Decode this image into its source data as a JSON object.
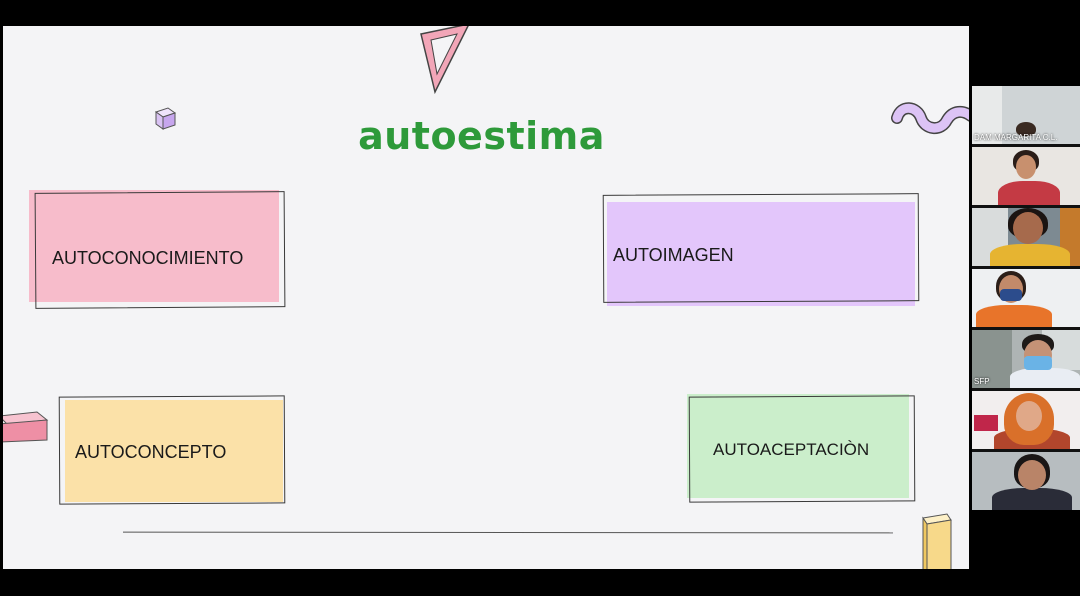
{
  "slide": {
    "title": "autoestima",
    "boxes": [
      {
        "id": "autoconocimiento",
        "label": "AUTOCONOCIMIENTO",
        "color": "#f7bccb"
      },
      {
        "id": "autoimagen",
        "label": "AUTOIMAGEN",
        "color": "#e3c6fb"
      },
      {
        "id": "autoconcepto",
        "label": "AUTOCONCEPTO",
        "color": "#fbe1a8"
      },
      {
        "id": "autoaceptacion",
        "label": "AUTOACEPTACIÒN",
        "color": "#cbeecb"
      }
    ],
    "title_color": "#2e9a3a"
  },
  "participants": [
    {
      "name": "DAM MARGARITA C.L."
    },
    {
      "name": ""
    },
    {
      "name": ""
    },
    {
      "name": ""
    },
    {
      "name": "SFP"
    },
    {
      "name": ""
    },
    {
      "name": ""
    }
  ]
}
